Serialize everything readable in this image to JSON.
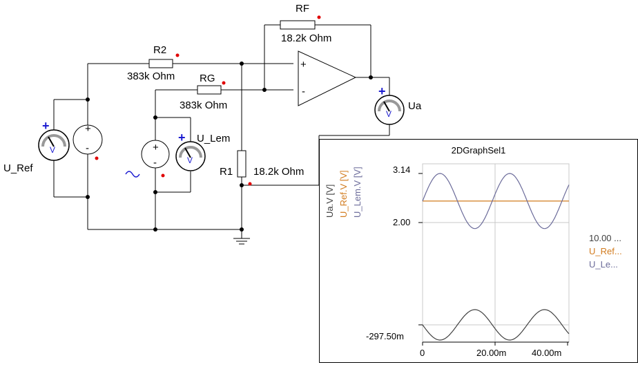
{
  "components": {
    "rf": {
      "name": "RF",
      "value": "18.2k Ohm"
    },
    "r2": {
      "name": "R2",
      "value": "383k Ohm"
    },
    "rg": {
      "name": "RG",
      "value": "383k Ohm"
    },
    "r1": {
      "name": "R1",
      "value": "18.2k Ohm"
    },
    "meter_ua": {
      "name": "Ua"
    },
    "meter_uref": {
      "name": "U_Ref"
    },
    "meter_ulem": {
      "name": "U_Lem"
    },
    "meter_glyph": "V",
    "opamp_plus": "+",
    "opamp_minus": "-",
    "source_plus": "+",
    "source_minus": "-",
    "meter_plus": "+"
  },
  "graph": {
    "title": "2DGraphSel1",
    "right_legend": [
      "10.00 ...",
      "U_Ref...",
      "U_Le..."
    ],
    "colors": {
      "ua": "#404040",
      "uref": "#d27b1e",
      "ulem": "#6b6b9a",
      "grid": "#c8c8c8"
    }
  },
  "chart_data": {
    "type": "line",
    "title": "2DGraphSel1",
    "x_ticks": [
      "0",
      "20.00m",
      "40.00m"
    ],
    "xlim": [
      0,
      0.042
    ],
    "y_ticks_upper": [
      "3.14",
      "2.00"
    ],
    "y_ticks_lower": [
      "-297.50m"
    ],
    "series": [
      {
        "name": "Ua.V [V]",
        "color": "#404040",
        "panel": "lower",
        "kind": "sine",
        "period": 0.02,
        "offset": -0.2975,
        "amplitude": 0.17,
        "phase_deg": 180
      },
      {
        "name": "U_Ref.V [V]",
        "color": "#d27b1e",
        "panel": "upper",
        "kind": "constant",
        "value": 2.5
      },
      {
        "name": "U_Lem.V [V]",
        "color": "#6b6b9a",
        "panel": "upper",
        "kind": "sine",
        "period": 0.02,
        "offset": 2.5,
        "amplitude": 0.64,
        "phase_deg": 0
      }
    ]
  }
}
